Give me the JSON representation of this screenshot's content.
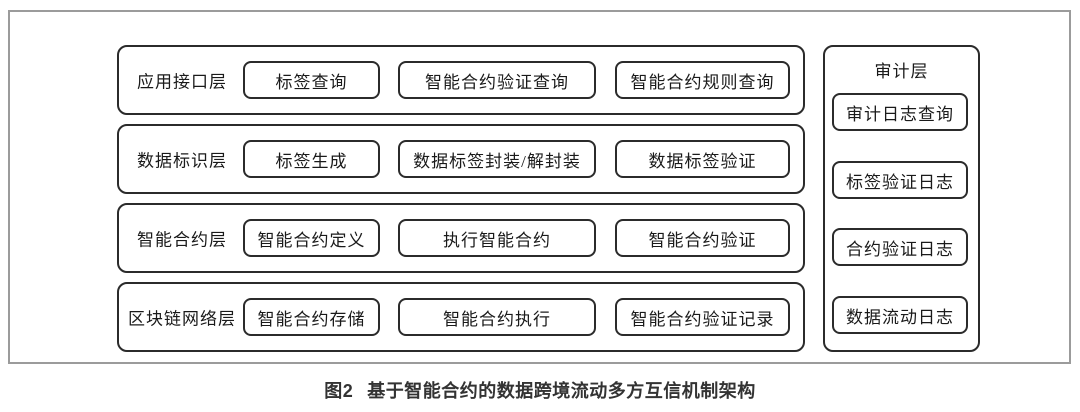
{
  "figure": {
    "caption_label": "图2",
    "caption_title": "基于智能合约的数据跨境流动多方互信机制架构"
  },
  "colors": {
    "frame_border": "#9b9b9b",
    "box_border": "#2b2b2b",
    "text": "#1a1a1a",
    "background": "#ffffff"
  },
  "layers": [
    {
      "label": "应用接口层",
      "buttons": [
        "标签查询",
        "智能合约验证查询",
        "智能合约规则查询"
      ]
    },
    {
      "label": "数据标识层",
      "buttons": [
        "标签生成",
        "数据标签封装/解封装",
        "数据标签验证"
      ]
    },
    {
      "label": "智能合约层",
      "buttons": [
        "智能合约定义",
        "执行智能合约",
        "智能合约验证"
      ]
    },
    {
      "label": "区块链网络层",
      "buttons": [
        "智能合约存储",
        "智能合约执行",
        "智能合约验证记录"
      ]
    }
  ],
  "audit": {
    "title": "审计层",
    "buttons": [
      "审计日志查询",
      "标签验证日志",
      "合约验证日志",
      "数据流动日志"
    ]
  }
}
